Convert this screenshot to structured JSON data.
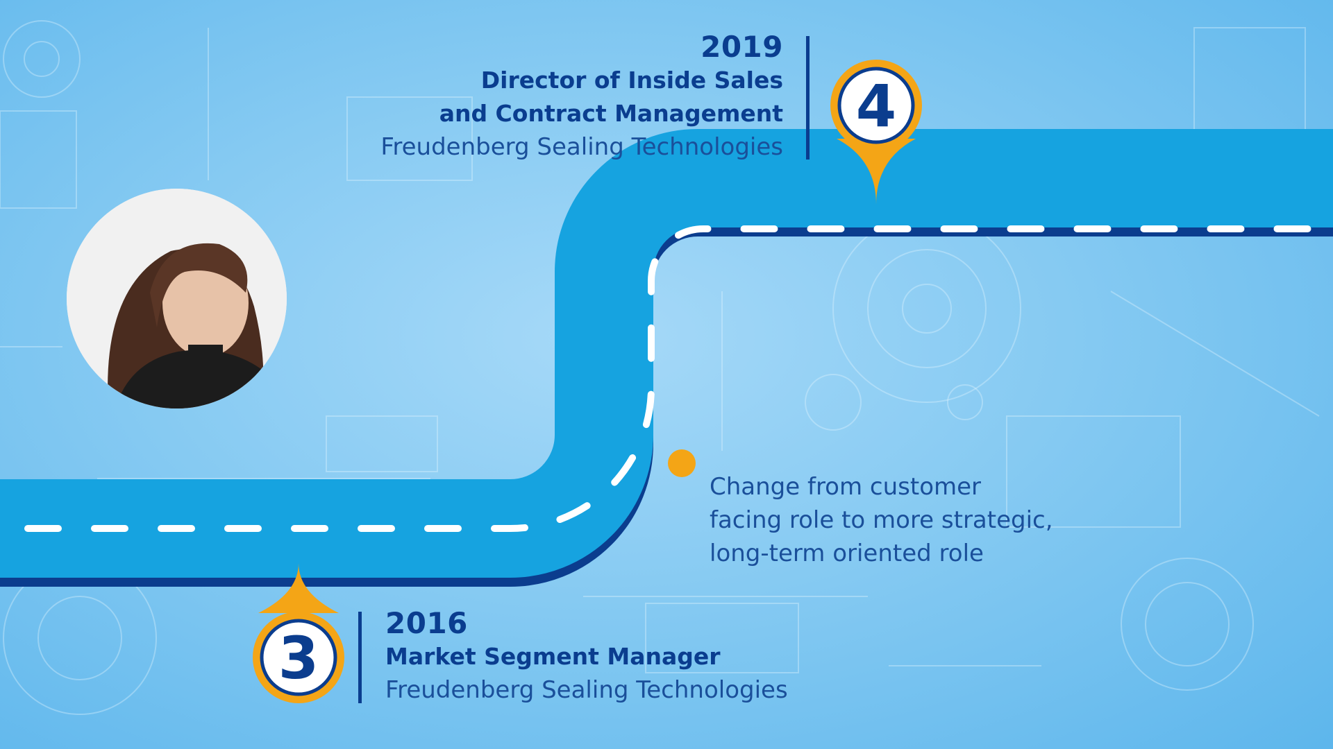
{
  "milestones": [
    {
      "number": "4",
      "year": "2019",
      "role_line1": "Director of Inside Sales",
      "role_line2": "and Contract Management",
      "company": "Freudenberg Sealing Technologies"
    },
    {
      "number": "3",
      "year": "2016",
      "role_line1": "Market Segment Manager",
      "company": "Freudenberg Sealing Technologies"
    }
  ],
  "note": {
    "line1": "Change from customer",
    "line2": "facing role to more strategic,",
    "line3": "long-term oriented role"
  },
  "colors": {
    "road": "#16a3e0",
    "road_edge": "#0b3d8e",
    "pin": "#f4a516",
    "pin_ring": "#0b3d8e",
    "text": "#0a3d8f",
    "dot": "#f4a516"
  },
  "avatar": {
    "icon": "person-photo"
  }
}
